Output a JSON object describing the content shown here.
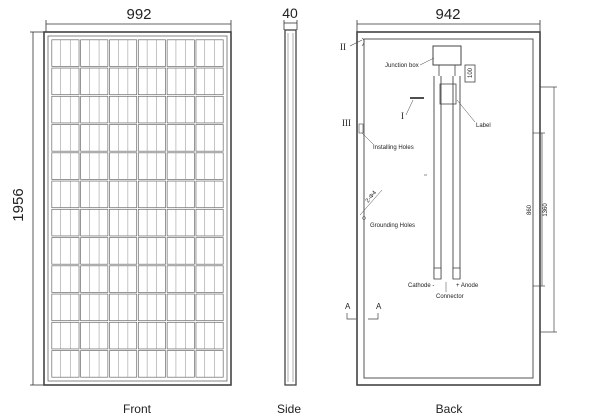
{
  "dimensions": {
    "front_width": "992",
    "front_height": "1956",
    "side_thickness": "40",
    "back_width": "942",
    "mounting_hole_distance": "860",
    "grounding_length": "1360",
    "junction_offset": "100",
    "grounding_hole_spec": "2-Φ4"
  },
  "labels": {
    "junction_box": "Junction box",
    "label": "Label",
    "installing_holes": "Installing Holes",
    "grounding_holes": "Grounding Holes",
    "cathode": "Cathode -",
    "anode": "+ Anode",
    "connector": "Connector",
    "section_a_left": "A",
    "section_a_right": "A"
  },
  "markers": {
    "I": "I",
    "II": "II",
    "III": "III"
  },
  "views": {
    "front": "Front",
    "side": "Side",
    "back": "Back"
  },
  "panel": {
    "cell_columns": 6,
    "cell_rows": 12,
    "frame_color": "#4a4a4a",
    "cell_line_color": "#6a6a6a"
  }
}
